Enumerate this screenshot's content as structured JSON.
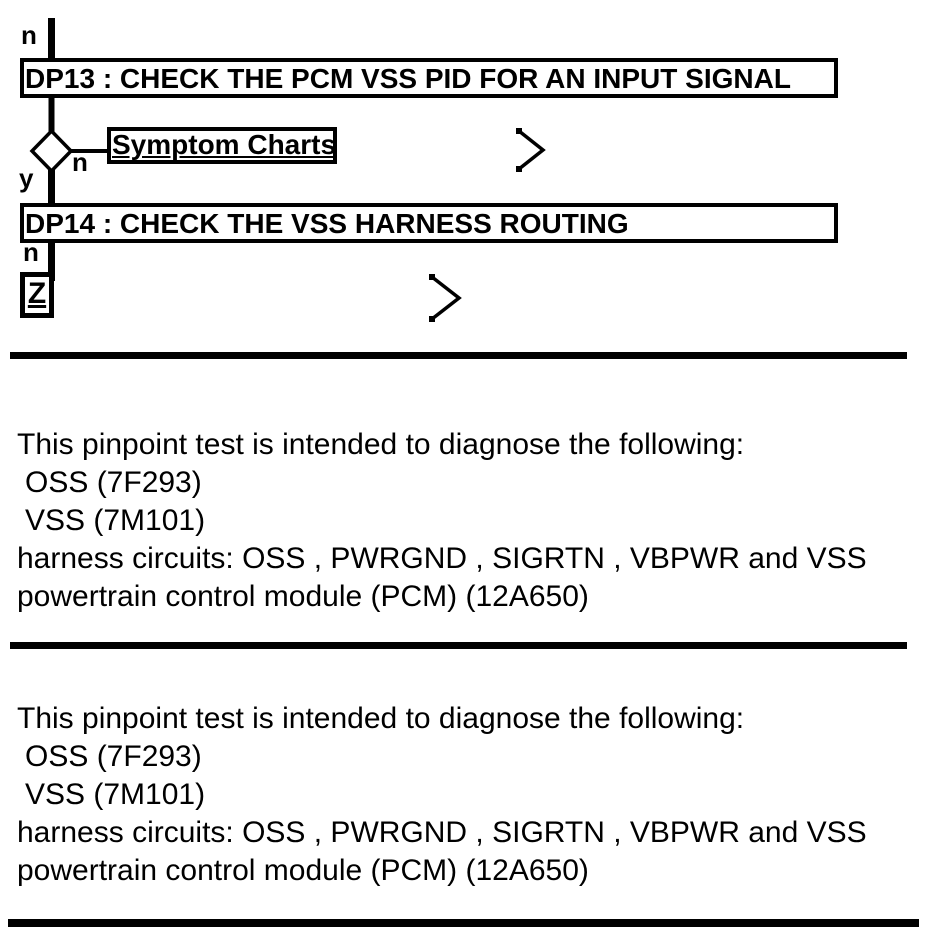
{
  "colors": {
    "ink": "#000000",
    "background": "#ffffff"
  },
  "flowchart": {
    "entry_label": "n",
    "dp13": {
      "title": "DP13 : CHECK THE PCM VSS PID FOR AN INPUT SIGNAL"
    },
    "decision": {
      "no_label": "n",
      "yes_label": "y"
    },
    "symptom_link": {
      "label": "Symptom Charts"
    },
    "dp14": {
      "title": "DP14 : CHECK THE VSS HARNESS ROUTING",
      "no_label": "n"
    },
    "z_connector": {
      "label": "Z"
    },
    "icons": {
      "continue_1": "chevron-right",
      "continue_2": "chevron-right"
    }
  },
  "sections": {
    "intro1": {
      "lines": [
        "This pinpoint test is intended to diagnose the following:",
        "OSS (7F293)",
        "VSS (7M101)",
        "harness circuits: OSS , PWRGND , SIGRTN , VBPWR and VSS",
        "powertrain control module (PCM) (12A650)"
      ]
    },
    "intro2": {
      "lines": [
        "This pinpoint test is intended to diagnose the following:",
        "OSS (7F293)",
        "VSS (7M101)",
        "harness circuits: OSS , PWRGND , SIGRTN , VBPWR and VSS",
        "powertrain control module (PCM) (12A650)"
      ]
    }
  }
}
